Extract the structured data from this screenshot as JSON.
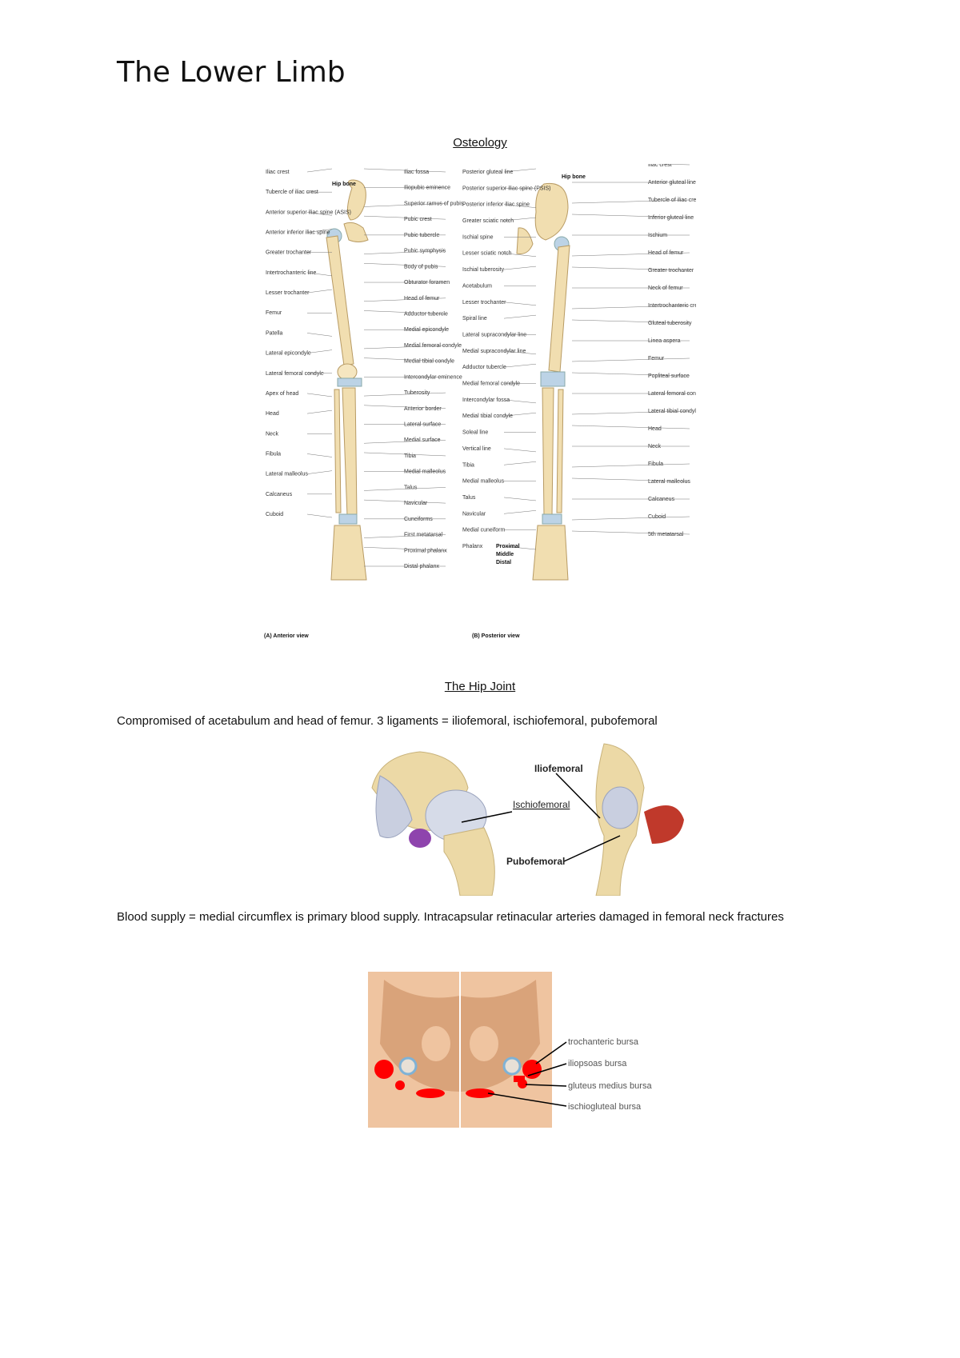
{
  "document": {
    "title": "The Lower Limb",
    "sections": {
      "osteology": {
        "heading": "Osteology"
      },
      "hip_joint": {
        "heading": "The Hip Joint",
        "ligaments_text": "Compromised of acetabulum and head of femur. 3 ligaments = iliofemoral, ischiofemoral, pubofemoral",
        "blood_supply_text": "Blood supply = medial circumflex is primary blood supply. Intracapsular retinacular arteries damaged in femoral neck fractures"
      }
    }
  },
  "figures": {
    "osteology": {
      "anterior": {
        "caption": "(A) Anterior view",
        "hip_bone": "Hip bone",
        "left_labels": [
          "Iliac crest",
          "Tubercle of iliac crest",
          "Anterior superior iliac spine (ASIS)",
          "Anterior inferior iliac spine",
          "Greater trochanter",
          "Intertrochanteric line",
          "Lesser trochanter",
          "Femur",
          "Patella",
          "Lateral epicondyle",
          "Lateral femoral condyle",
          "Apex of head",
          "Head",
          "Neck",
          "Fibula",
          "Lateral malleolus",
          "Calcaneus",
          "Cuboid"
        ],
        "right_labels": [
          "Iliac fossa",
          "Iliopubic eminence",
          "Superior ramus of pubis",
          "Pubic crest",
          "Pubic tubercle",
          "Pubic symphysis",
          "Body of pubis",
          "Obturator foramen",
          "Head of femur",
          "Adductor tubercle",
          "Medial epicondyle",
          "Medial femoral condyle",
          "Medial tibial condyle",
          "Intercondylar eminence",
          "Tuberosity",
          "Anterior border",
          "Lateral surface",
          "Medial surface",
          "Tibia",
          "Medial malleolus",
          "Talus",
          "Navicular",
          "Cuneiforms",
          "First metatarsal",
          "Proximal phalanx",
          "Distal phalanx"
        ]
      },
      "posterior": {
        "caption": "(B) Posterior view",
        "hip_bone": "Hip bone",
        "left_labels": [
          "Posterior gluteal line",
          "Posterior superior iliac spine (PSIS)",
          "Posterior inferior iliac spine",
          "Greater sciatic notch",
          "Ischial spine",
          "Lesser sciatic notch",
          "Ischial tuberosity",
          "Acetabulum",
          "Lesser trochanter",
          "Spiral line",
          "Lateral supracondylar line",
          "Medial supracondylar line",
          "Adductor tubercle",
          "Medial femoral condyle",
          "Intercondylar fossa",
          "Medial tibial condyle",
          "Soleal line",
          "Vertical line",
          "Tibia",
          "Medial malleolus",
          "Talus",
          "Navicular",
          "Medial cuneiform",
          "Phalanx"
        ],
        "right_labels": [
          "Iliac crest",
          "Anterior gluteal line",
          "Tubercle of iliac crest",
          "Inferior gluteal line",
          "Ischium",
          "Head of femur",
          "Greater trochanter",
          "Neck of femur",
          "Intertrochanteric crest",
          "Gluteal tuberosity",
          "Linea aspera",
          "Femur",
          "Popliteal surface",
          "Lateral femoral condyle",
          "Lateral tibial condyle",
          "Head",
          "Neck",
          "Fibula",
          "Lateral malleolus",
          "Calcaneus",
          "Cuboid",
          "5th metatarsal"
        ],
        "phalanx_parts": [
          "Proximal",
          "Middle",
          "Distal"
        ]
      }
    },
    "ligaments": {
      "labels": {
        "iliofemoral": "Iliofemoral",
        "ischiofemoral": "Ischiofemoral",
        "pubofemoral": "Pubofemoral"
      },
      "colors": {
        "bone": "#ecd9a6",
        "ligament": "#c9cfe0",
        "muscle": "#c0392b",
        "purple": "#8e44ad"
      }
    },
    "bursae": {
      "labels": [
        "trochanteric bursa",
        "iliopsoas bursa",
        "gluteus medius bursa",
        "ischiogluteal bursa"
      ],
      "colors": {
        "skin": "#efc4a0",
        "bone": "#d9a37a",
        "bursa": "#ff0000"
      }
    }
  }
}
